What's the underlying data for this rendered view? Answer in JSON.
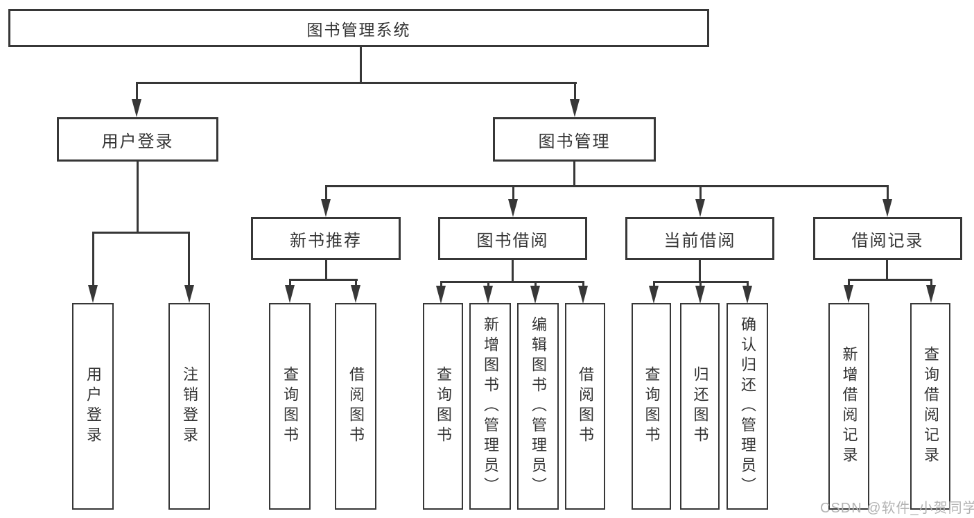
{
  "colors": {
    "line": "#373737",
    "box_border": "#373737",
    "text": "#333333",
    "watermark": "#b3b3b3",
    "background": "#ffffff"
  },
  "diagram": {
    "root": {
      "label": "图书管理系统"
    },
    "level1": [
      {
        "label": "用户登录"
      },
      {
        "label": "图书管理"
      }
    ],
    "level2": [
      {
        "label": "新书推荐",
        "parent": "图书管理"
      },
      {
        "label": "图书借阅",
        "parent": "图书管理"
      },
      {
        "label": "当前借阅",
        "parent": "图书管理"
      },
      {
        "label": "借阅记录",
        "parent": "图书管理"
      }
    ],
    "leaves": [
      {
        "label": "用户登录",
        "parent": "用户登录"
      },
      {
        "label": "注销登录",
        "parent": "用户登录"
      },
      {
        "label": "查询图书",
        "parent": "新书推荐"
      },
      {
        "label": "借阅图书",
        "parent": "新书推荐"
      },
      {
        "label": "查询图书",
        "parent": "图书借阅"
      },
      {
        "label": "新增图书（管理员）",
        "parent": "图书借阅"
      },
      {
        "label": "编辑图书（管理员）",
        "parent": "图书借阅"
      },
      {
        "label": "借阅图书",
        "parent": "图书借阅"
      },
      {
        "label": "查询图书",
        "parent": "当前借阅"
      },
      {
        "label": "归还图书",
        "parent": "当前借阅"
      },
      {
        "label": "确认归还（管理员）",
        "parent": "当前借阅"
      },
      {
        "label": "新增借阅记录",
        "parent": "借阅记录"
      },
      {
        "label": "查询借阅记录",
        "parent": "借阅记录"
      }
    ]
  },
  "watermark": {
    "text": "CSDN @软件_小贺同学"
  }
}
